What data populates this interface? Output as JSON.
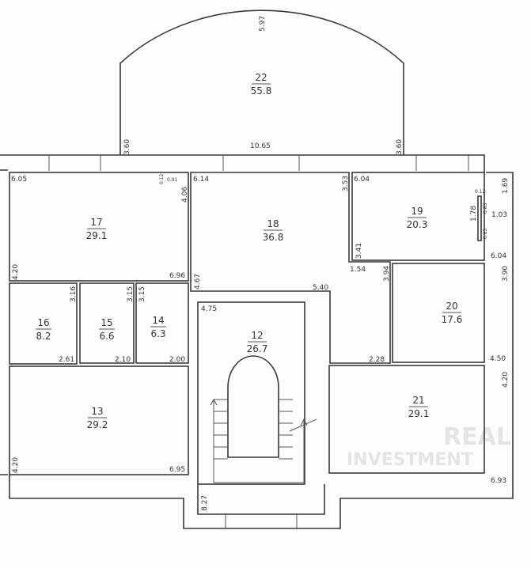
{
  "rooms": [
    {
      "id": "22",
      "area": "55.8"
    },
    {
      "id": "17",
      "area": "29.1"
    },
    {
      "id": "18",
      "area": "36.8"
    },
    {
      "id": "19",
      "area": "20.3"
    },
    {
      "id": "20",
      "area": "17.6"
    },
    {
      "id": "16",
      "area": "8.2"
    },
    {
      "id": "15",
      "area": "6.6"
    },
    {
      "id": "14",
      "area": "6.3"
    },
    {
      "id": "12",
      "area": "26.7"
    },
    {
      "id": "13",
      "area": "29.2"
    },
    {
      "id": "21",
      "area": "29.1"
    }
  ],
  "dimensions": {
    "d22_arc": "5.97",
    "d22_left": "3.60",
    "d22_base": "10.65",
    "d22_right": "3.60",
    "d17_top": "6.05",
    "d17_a": "0.12",
    "d17_b": "0.91",
    "d17_right": "4.06",
    "d17_left": "4.20",
    "d17_bottom": "6.96",
    "d18_top": "6.14",
    "d18_right": "3.53",
    "d18_left": "4.67",
    "d18_mid": "5.40",
    "d18_b": "1.54",
    "d18_c": "3.94",
    "d18_bottom": "2.28",
    "d19_top": "6.04",
    "d19_left": "3.41",
    "d19_bottom": "6.04",
    "d19_a": "0.12",
    "d19_b": "0.83",
    "d19_c": "1.78",
    "d19_d": "0.85",
    "d19_e": "1.03",
    "d19_f": "1.69",
    "d20_right": "3.90",
    "d20_bottom": "4.50",
    "d16_right": "3.16",
    "d16_bottom": "2.61",
    "d15_right": "3.15",
    "d15_bottom": "2.10",
    "d14_left": "3.15",
    "d14_bottom": "2.00",
    "d12_top": "4.75",
    "d12_bottom": "8.27",
    "d13_left": "4.20",
    "d13_bottom": "6.95",
    "d21_right": "4.20",
    "d21_bottom": "6.93"
  },
  "watermark": {
    "line1": "REAL",
    "line2": "INVESTMENT"
  }
}
